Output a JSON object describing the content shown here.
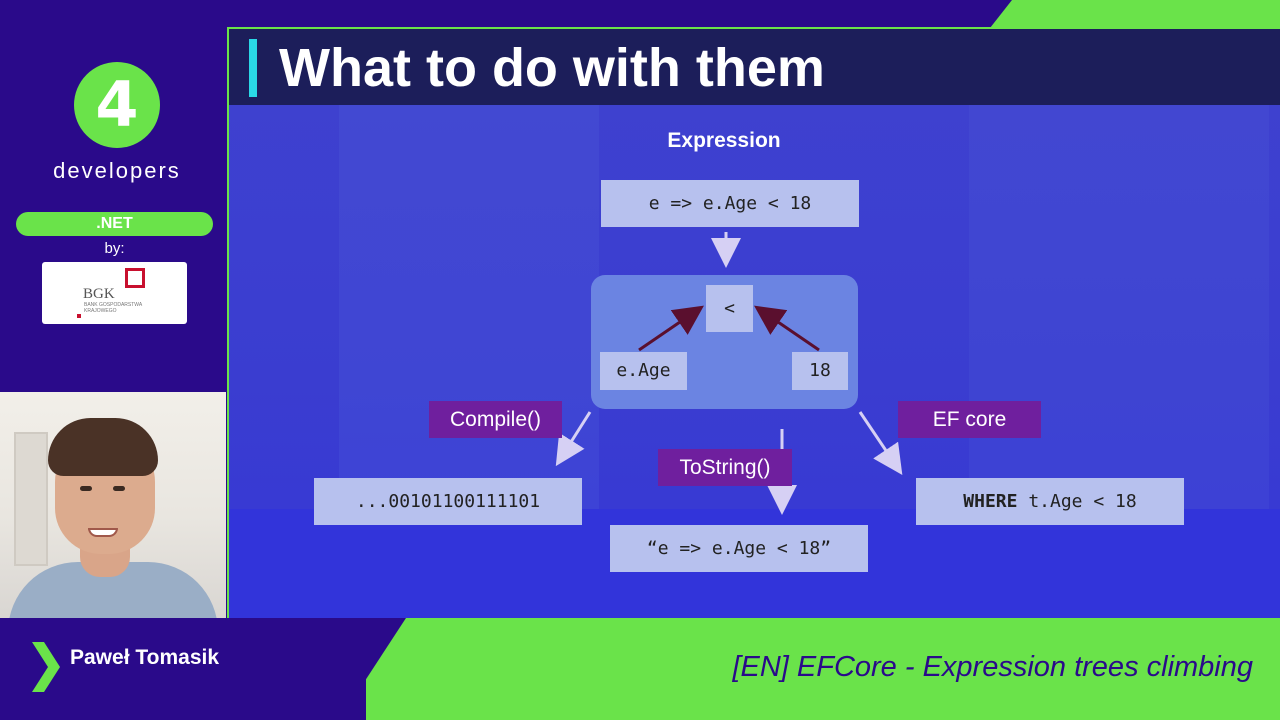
{
  "brand": {
    "logo_digit": "4",
    "name": "developers",
    "track": ".NET",
    "sponsor_label": "by:",
    "sponsor_logo_text": "BGK",
    "sponsor_logo_subtext": "BANK GOSPODARSTWA KRAJOWEGO"
  },
  "slide": {
    "title": "What to do with them",
    "expression_heading": "Expression",
    "expression_code": "e => e.Age < 18",
    "tree": {
      "root": "<",
      "left": "e.Age",
      "right": "18"
    },
    "labels": {
      "compile": "Compile()",
      "tostring": "ToString()",
      "efcore": "EF core"
    },
    "outputs": {
      "binary": "...00101100111101",
      "string": "“e => e.Age < 18”",
      "sql_keyword": "WHERE",
      "sql_rest": " t.Age < 18"
    }
  },
  "footer": {
    "speaker": "Paweł Tomasik",
    "talk_title": "[EN] EFCore - Expression trees climbing"
  },
  "colors": {
    "brand_green": "#6ae34a",
    "brand_purple": "#2a0a8a",
    "label_purple": "#6f1f9e",
    "title_accent": "#2ad8e6",
    "code_box": "#b7c1ee"
  }
}
